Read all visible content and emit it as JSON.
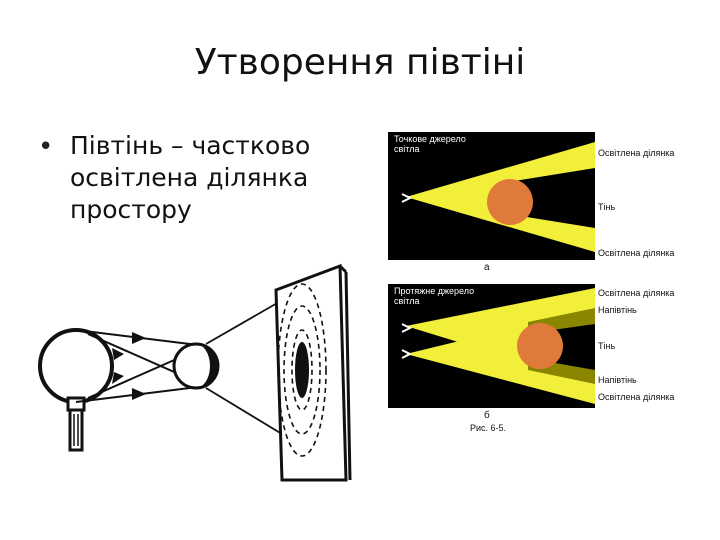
{
  "slide": {
    "title": "Утворення півтіні",
    "bullet": "Півтінь – частково освітлена ділянка простору"
  },
  "figure": {
    "panel_a": {
      "source_label": "Точкове джерело\nсвітла",
      "label_top": "Освітлена ділянка",
      "label_middle": "Тінь",
      "label_bottom": "Освітлена ділянка",
      "sub_label": "а"
    },
    "panel_b": {
      "source_label": "Протяжне джерело\nсвітла",
      "label_1": "Освітлена ділянка",
      "label_2": "Напівтінь",
      "label_3": "Тінь",
      "label_4": "Напівтінь",
      "label_5": "Освітлена ділянка",
      "sub_label": "б"
    },
    "caption": "Рис. 6-5.",
    "colors": {
      "light": "#f2ef3a",
      "half_shadow": "#8a8600",
      "ball": "#e07a3a",
      "background": "#000000"
    }
  }
}
